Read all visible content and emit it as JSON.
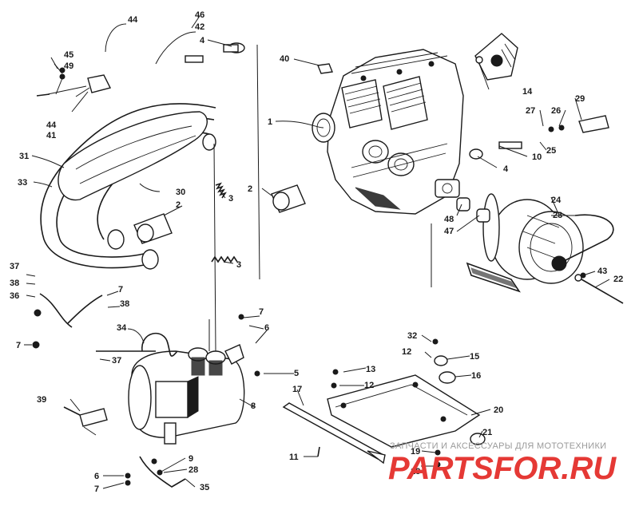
{
  "diagram": {
    "labels": [
      {
        "id": "l1",
        "text": "1"
      },
      {
        "id": "l2a",
        "text": "2"
      },
      {
        "id": "l2b",
        "text": "2"
      },
      {
        "id": "l3a",
        "text": "3"
      },
      {
        "id": "l3b",
        "text": "3"
      },
      {
        "id": "l4a",
        "text": "4"
      },
      {
        "id": "l4b",
        "text": "4"
      },
      {
        "id": "l5",
        "text": "5"
      },
      {
        "id": "l6a",
        "text": "6"
      },
      {
        "id": "l6b",
        "text": "6"
      },
      {
        "id": "l7a",
        "text": "7"
      },
      {
        "id": "l7b",
        "text": "7"
      },
      {
        "id": "l7c",
        "text": "7"
      },
      {
        "id": "l7d",
        "text": "7"
      },
      {
        "id": "l8",
        "text": "8"
      },
      {
        "id": "l9",
        "text": "9"
      },
      {
        "id": "l10",
        "text": "10"
      },
      {
        "id": "l11",
        "text": "11"
      },
      {
        "id": "l12a",
        "text": "12"
      },
      {
        "id": "l12b",
        "text": "12"
      },
      {
        "id": "l13",
        "text": "13"
      },
      {
        "id": "l14",
        "text": "14"
      },
      {
        "id": "l15",
        "text": "15"
      },
      {
        "id": "l16",
        "text": "16"
      },
      {
        "id": "l17",
        "text": "17"
      },
      {
        "id": "l18",
        "text": "18"
      },
      {
        "id": "l19",
        "text": "19"
      },
      {
        "id": "l20",
        "text": "20"
      },
      {
        "id": "l21",
        "text": "21"
      },
      {
        "id": "l22",
        "text": "22"
      },
      {
        "id": "l23",
        "text": "23"
      },
      {
        "id": "l24",
        "text": "24"
      },
      {
        "id": "l25",
        "text": "25"
      },
      {
        "id": "l26",
        "text": "26"
      },
      {
        "id": "l27",
        "text": "27"
      },
      {
        "id": "l28",
        "text": "28"
      },
      {
        "id": "l29",
        "text": "29"
      },
      {
        "id": "l30",
        "text": "30"
      },
      {
        "id": "l31",
        "text": "31"
      },
      {
        "id": "l32",
        "text": "32"
      },
      {
        "id": "l33",
        "text": "33"
      },
      {
        "id": "l34",
        "text": "34"
      },
      {
        "id": "l35",
        "text": "35"
      },
      {
        "id": "l36",
        "text": "36"
      },
      {
        "id": "l37a",
        "text": "37"
      },
      {
        "id": "l37b",
        "text": "37"
      },
      {
        "id": "l38a",
        "text": "38"
      },
      {
        "id": "l38b",
        "text": "38"
      },
      {
        "id": "l39",
        "text": "39"
      },
      {
        "id": "l40",
        "text": "40"
      },
      {
        "id": "l41",
        "text": "41"
      },
      {
        "id": "l42",
        "text": "42"
      },
      {
        "id": "l43",
        "text": "43"
      },
      {
        "id": "l44a",
        "text": "44"
      },
      {
        "id": "l44b",
        "text": "44"
      },
      {
        "id": "l45",
        "text": "45"
      },
      {
        "id": "l46",
        "text": "46"
      },
      {
        "id": "l47",
        "text": "47"
      },
      {
        "id": "l48",
        "text": "48"
      },
      {
        "id": "l49",
        "text": "49"
      }
    ]
  },
  "watermark": {
    "tagline": "ЗАПЧАСТИ И АКСЕССУАРЫ ДЛЯ МОТОТЕХНИКИ",
    "logo": "PARTSFOR.RU"
  }
}
